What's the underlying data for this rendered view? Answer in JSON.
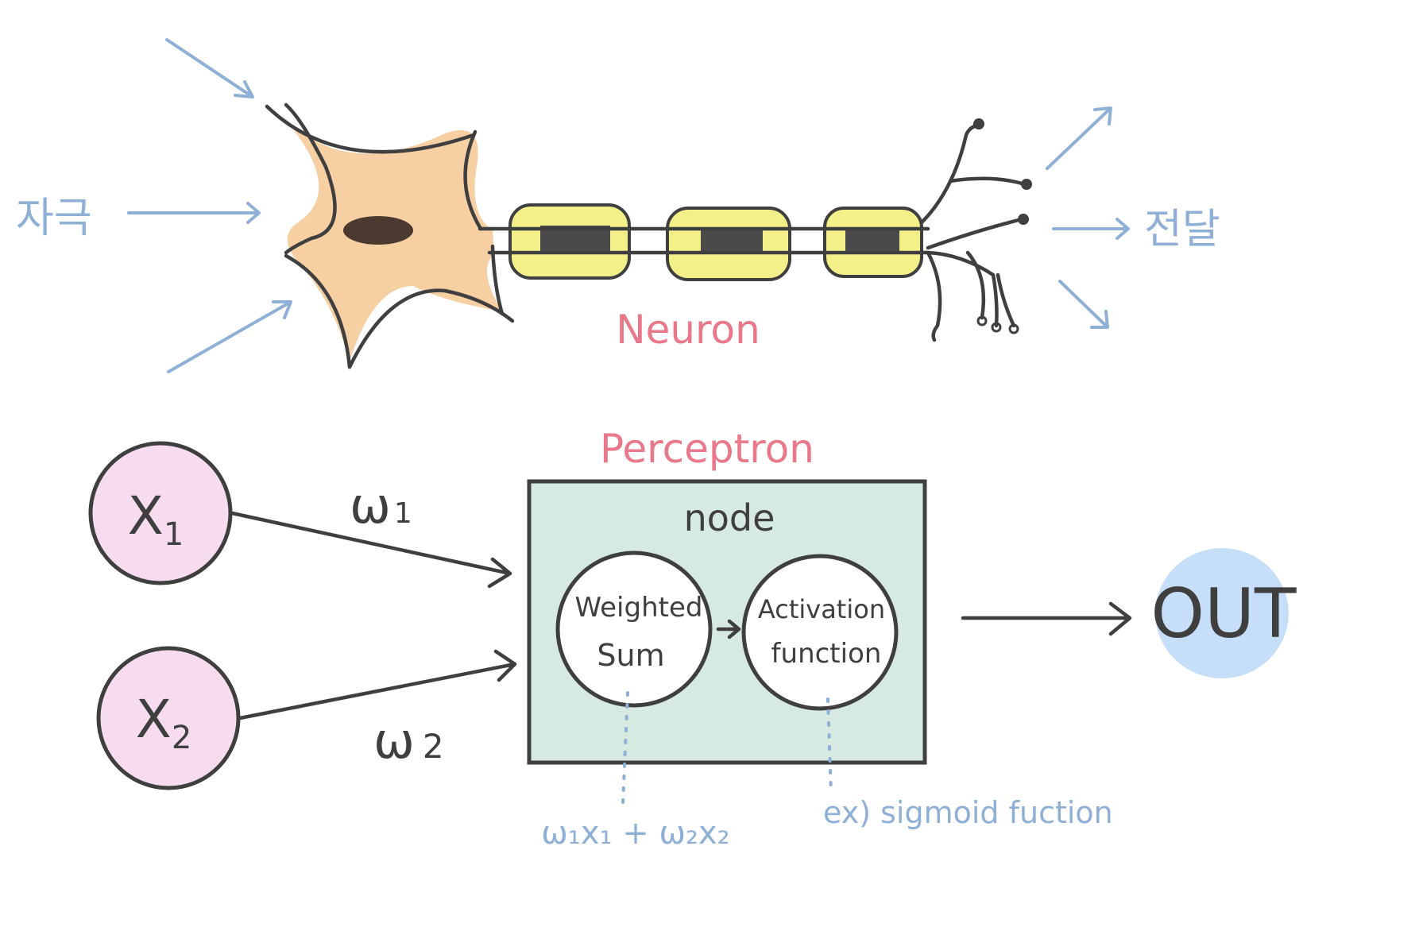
{
  "neuron": {
    "input_label": "자극",
    "output_label": "전달",
    "title": "Neuron"
  },
  "perceptron": {
    "title": "Perceptron",
    "node_label": "node",
    "inputs": [
      {
        "label": "X",
        "subscript": "1",
        "weight": "ω",
        "weight_sub": "1"
      },
      {
        "label": "X",
        "subscript": "2",
        "weight": "ω",
        "weight_sub": "2"
      }
    ],
    "weighted_sum": {
      "line1": "Weighted",
      "line2": "Sum"
    },
    "activation": {
      "line1": "Activation",
      "line2": "function"
    },
    "output_label": "OUT",
    "sum_formula": "ω₁x₁ + ω₂x₂",
    "activation_example": "ex) sigmoid fuction"
  },
  "colors": {
    "annotation_blue": "#8fb0d6",
    "title_pink": "#e8788a",
    "ink": "#3f3f3f",
    "cell_body": "#f6cfa3",
    "myelin": "#f3f08a",
    "node_fill": "#d6eae2",
    "input_fill": "#f7dcef",
    "output_fill": "#c6def8"
  }
}
